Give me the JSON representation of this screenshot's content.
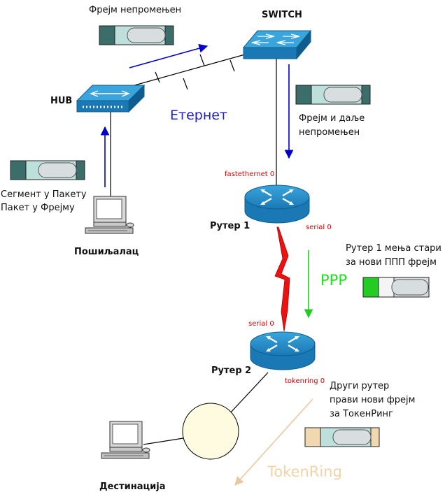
{
  "devices": {
    "switch": "SWITCH",
    "hub": "HUB",
    "router1": "Рутер 1",
    "router2": "Рутер 2",
    "sender": "Пошиљалац",
    "destination": "Дестинација"
  },
  "interfaces": {
    "fastethernet": "fastethernet 0",
    "r1_serial": "serial 0",
    "r2_serial": "serial 0",
    "tokenring": "tokenring 0"
  },
  "networks": {
    "ethernet": "Етернет",
    "ppp": "PPP",
    "tokenring": "TokenRing"
  },
  "notes": {
    "frame_unchanged": "Фрејм непромењен",
    "frame_still_unchanged": "Фрејм и даље\nнепромењен",
    "segment_packet": "Сегмент у Пакету\nПакет у Фрејму",
    "router1_changes": "Рутер 1 мења стари\nза нови ППП фрејм",
    "router2_new": "Други рутер\nправи нови фрејм\nза ТокенРинг"
  },
  "colors": {
    "ethernet_text": "#2222cc",
    "ppp_text": "#22dd22",
    "tokenring_text": "#f0d4a8",
    "arrow_blue": "#0000cc",
    "arrow_green": "#22cc22",
    "serial_link": "#ee1111",
    "device_blue": "#1a88c4",
    "frame_teal": "#3b6e6a",
    "frame_green": "#22cc22",
    "frame_tan": "#f0d9b0",
    "frame_light": "#bde0dc",
    "ring_fill": "#fffbe0"
  }
}
